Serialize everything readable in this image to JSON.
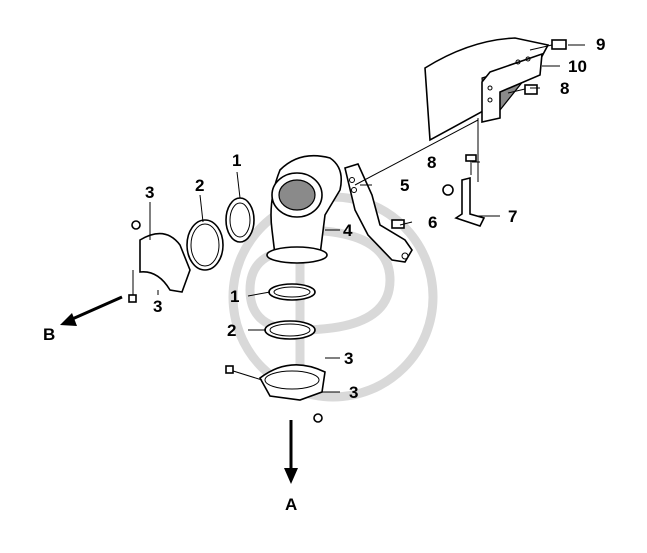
{
  "labels": {
    "p1_top": "1",
    "p2_top": "2",
    "p3_left_top": "3",
    "p3_left_bottom": "3",
    "p4": "4",
    "p5": "5",
    "p6": "6",
    "p7": "7",
    "p8_upper": "8",
    "p8_lower": "8",
    "p9": "9",
    "p10": "10",
    "p1_mid": "1",
    "p2_mid": "2",
    "p3_mid": "3",
    "p3_bottom": "3",
    "arrow_a": "A",
    "arrow_b": "B"
  },
  "icons": {
    "watermark": "gp-monogram-watermark"
  }
}
